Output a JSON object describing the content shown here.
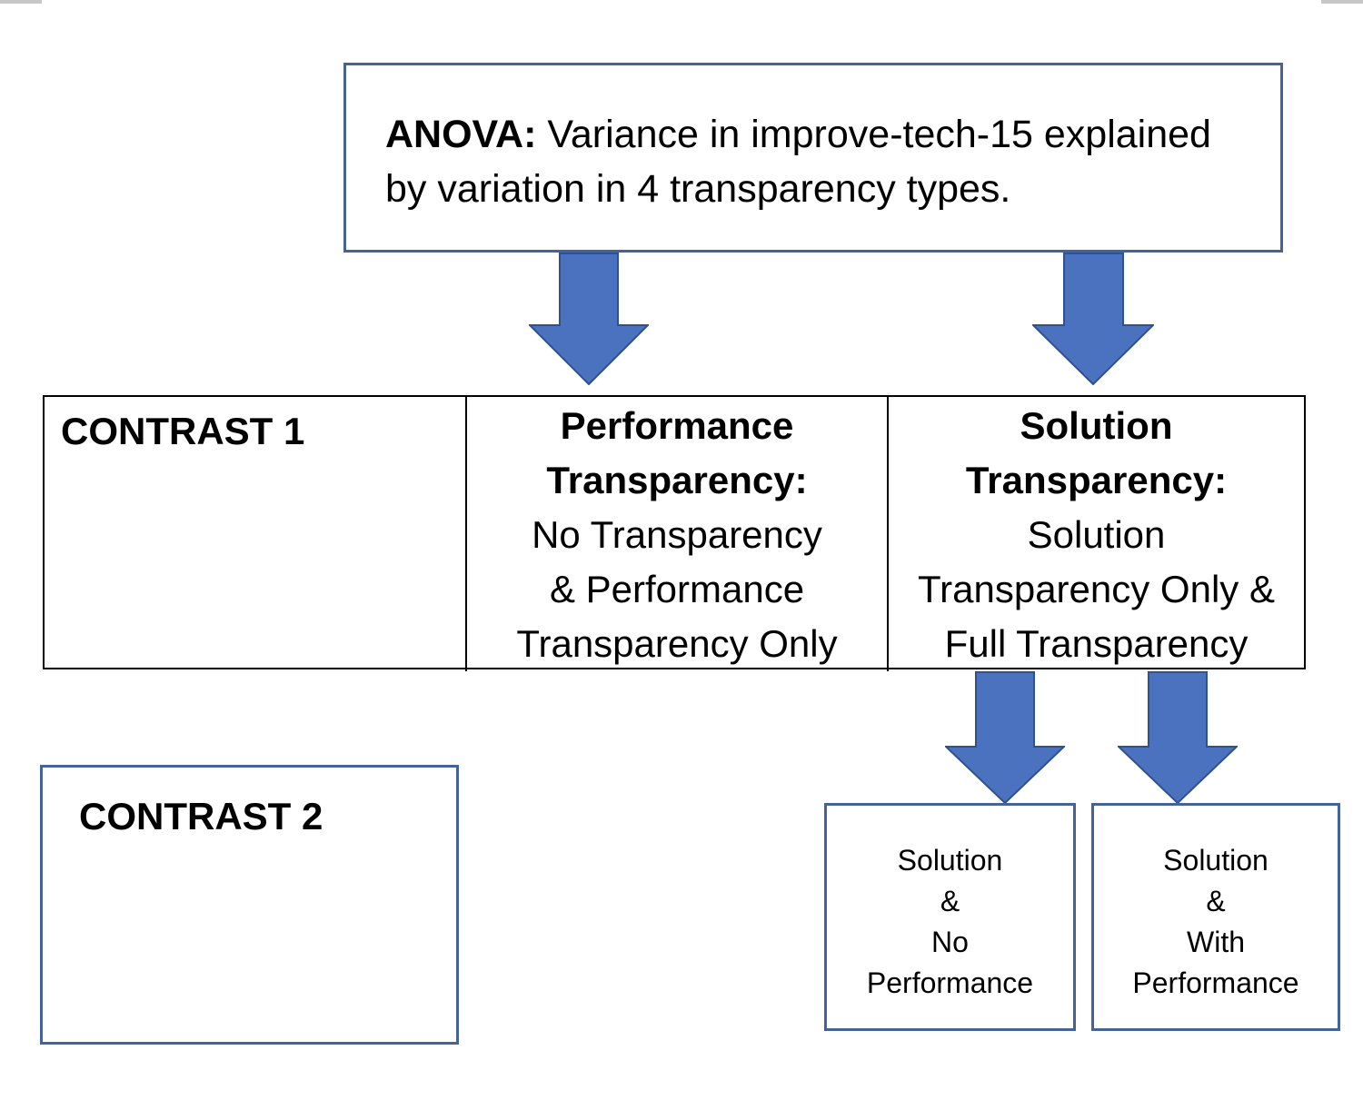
{
  "anova": {
    "label": "ANOVA:",
    "text": "Variance in improve-tech-15 explained by variation in 4 transparency types."
  },
  "contrast1": {
    "label": "CONTRAST 1",
    "performance": {
      "title_line1": "Performance",
      "title_line2": "Transparency:",
      "body_line1": "No Transparency",
      "body_line2": "& Performance",
      "body_line3": "Transparency Only"
    },
    "solution": {
      "title_line1": "Solution",
      "title_line2": "Transparency:",
      "body_line1": "Solution",
      "body_line2": "Transparency Only &",
      "body_line3": "Full Transparency"
    }
  },
  "contrast2": {
    "label": "CONTRAST 2",
    "no_performance": {
      "line1": "Solution",
      "line2": "&",
      "line3": "No",
      "line4": "Performance"
    },
    "with_performance": {
      "line1": "Solution",
      "line2": "&",
      "line3": "With",
      "line4": "Performance"
    }
  },
  "colors": {
    "arrow_fill": "#4a72be",
    "arrow_stroke": "#2f528f",
    "box_border": "#44639b"
  }
}
